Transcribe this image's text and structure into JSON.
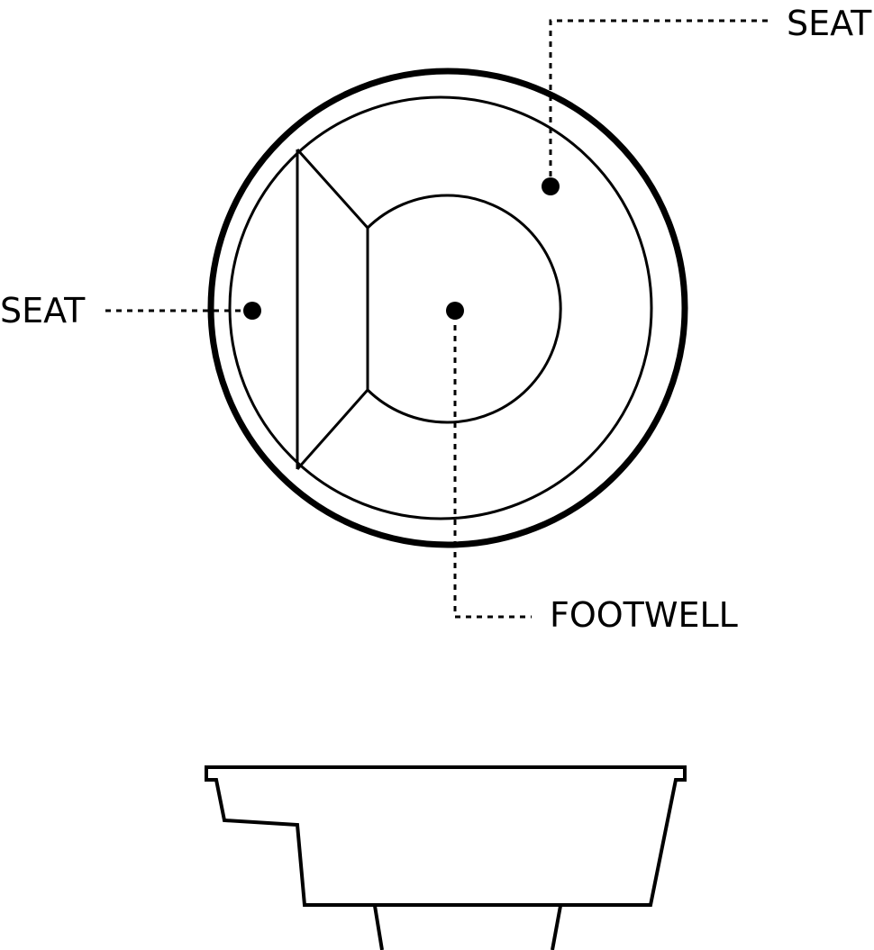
{
  "labels": {
    "seat_right": "SEAT",
    "seat_left": "SEAT",
    "footwell": "FOOTWELL"
  },
  "colors": {
    "stroke": "#000000",
    "background": "#ffffff"
  }
}
